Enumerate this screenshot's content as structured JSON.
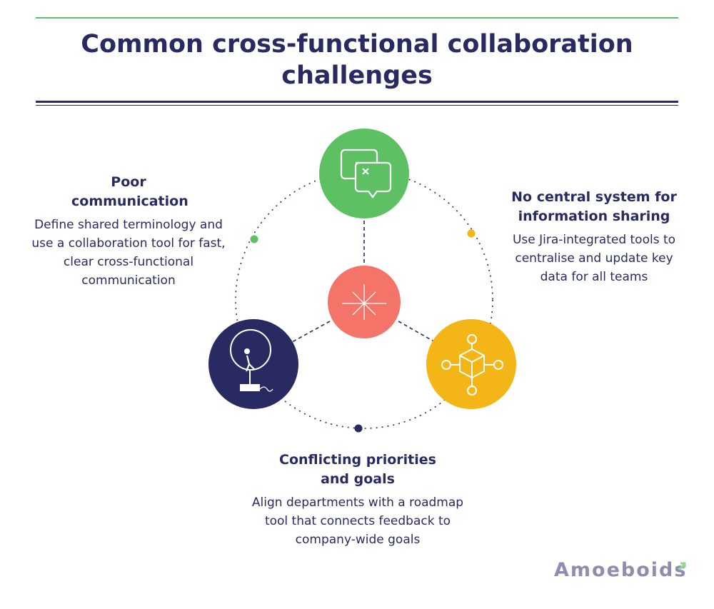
{
  "title": "Common cross-functional collaboration challenges",
  "challenges": [
    {
      "heading": "Poor communication",
      "description": "Define shared terminology and use a collaboration tool for fast, clear cross-functional communication",
      "icon": "chat-bubbles-icon",
      "color": "#5dc163"
    },
    {
      "heading": "No central system for information sharing",
      "description": "Use Jira-integrated tools to centralise and update key data for all teams",
      "icon": "network-cube-icon",
      "color": "#f4b517"
    },
    {
      "heading": "Conflicting priorities and goals",
      "description": "Align departments with a roadmap tool that connects feedback to company-wide goals",
      "icon": "hamster-wheel-icon",
      "color": "#2a2a63"
    }
  ],
  "center": {
    "icon": "starburst-icon",
    "color": "#f4746a"
  },
  "logo": {
    "text": "Amoeboids"
  }
}
